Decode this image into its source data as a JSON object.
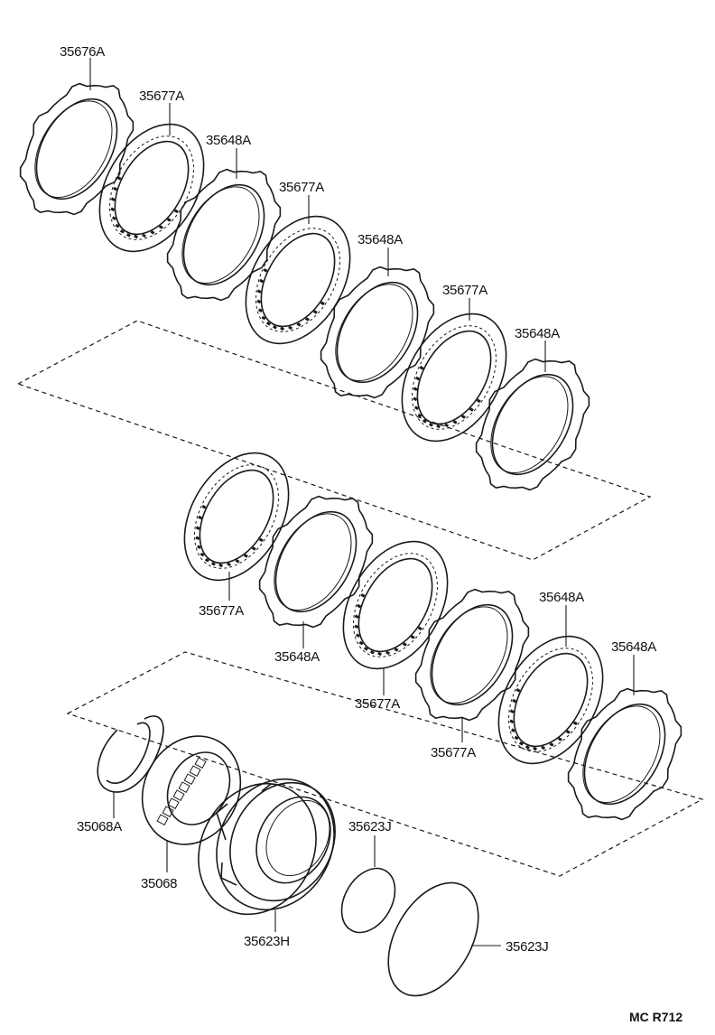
{
  "diagram_code": "MC R712",
  "parts": [
    {
      "id": "p1",
      "label": "35676A",
      "kind": "plate"
    },
    {
      "id": "p2",
      "label": "35677A",
      "kind": "disc"
    },
    {
      "id": "p3",
      "label": "35648A",
      "kind": "plate"
    },
    {
      "id": "p4",
      "label": "35677A",
      "kind": "disc"
    },
    {
      "id": "p5",
      "label": "35648A",
      "kind": "plate"
    },
    {
      "id": "p6",
      "label": "35677A",
      "kind": "disc"
    },
    {
      "id": "p7",
      "label": "35648A",
      "kind": "plate"
    },
    {
      "id": "p8",
      "label": "35677A",
      "kind": "disc"
    },
    {
      "id": "p9",
      "label": "35648A",
      "kind": "plate"
    },
    {
      "id": "p10",
      "label": "35677A",
      "kind": "disc"
    },
    {
      "id": "p11",
      "label": "35648A",
      "kind": "plate"
    },
    {
      "id": "p12",
      "label": "35677A",
      "kind": "disc"
    },
    {
      "id": "p13",
      "label": "35648A",
      "kind": "plate"
    },
    {
      "id": "p14",
      "label": "35068A",
      "kind": "snap-ring"
    },
    {
      "id": "p15",
      "label": "35068",
      "kind": "spring-retainer"
    },
    {
      "id": "p16",
      "label": "35623H",
      "kind": "piston"
    },
    {
      "id": "p17",
      "label": "35623J",
      "kind": "o-ring-small"
    },
    {
      "id": "p18",
      "label": "35623J",
      "kind": "o-ring-large"
    }
  ]
}
